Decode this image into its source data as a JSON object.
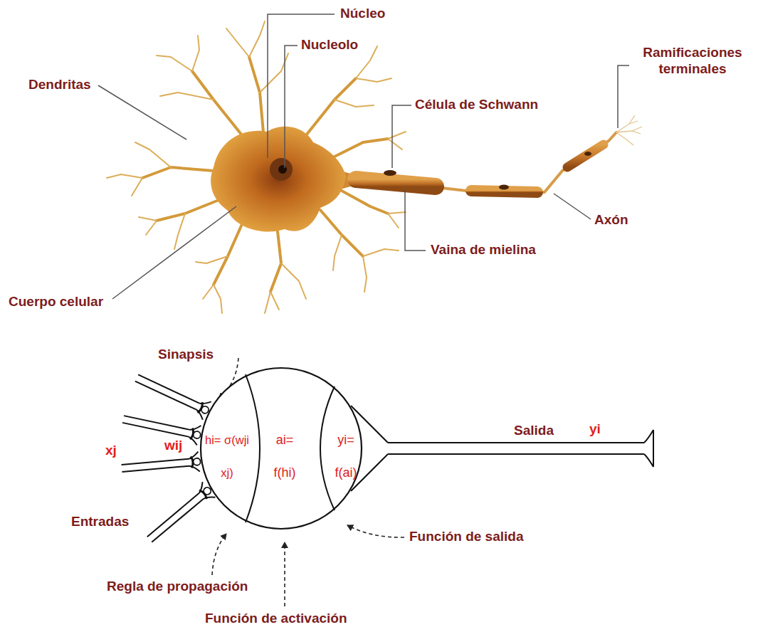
{
  "diagram": {
    "nodes": [
      {
        "text": [
          "hi= σ(wji xj)",
          "ai= f(hi)",
          "yi= f(ai)"
        ]
      }
    ],
    "labels": [
      "Núcleo",
      "Nucleolo",
      "Dendritas",
      "Célula de Schwann",
      "Ramificaciones terminales",
      "Axón",
      "Vaina de mielina",
      "Cuerpo celular",
      "Sinapsis",
      "xj",
      "wij",
      "Entradas",
      "Regla de propagación",
      "Función de activación",
      "Función de salida",
      "Salida",
      "yi"
    ]
  }
}
